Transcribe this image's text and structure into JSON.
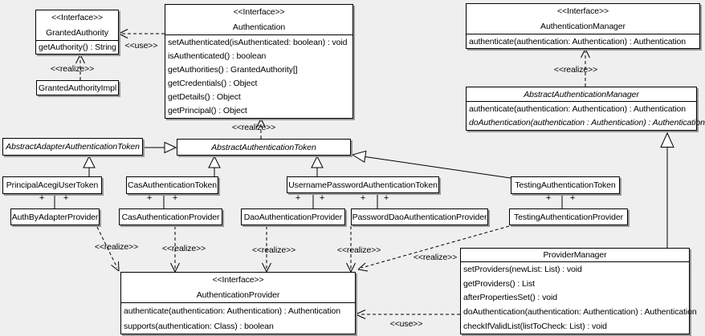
{
  "theme": {
    "background": "#efefef",
    "box_fill": "#ffffff",
    "line": "#000000",
    "shadow": "#989898"
  },
  "edge_labels": {
    "use": "<<use>>",
    "realize": "<<realize>>",
    "plus": "+"
  },
  "classes": {
    "granted_authority": {
      "stereotype": "<<Interface>>",
      "name": "GrantedAuthority",
      "methods": [
        "getAuthority() : String"
      ]
    },
    "granted_authority_impl": {
      "name": "GrantedAuthorityImpl"
    },
    "authentication": {
      "stereotype": "<<Interface>>",
      "name": "Authentication",
      "methods": [
        "setAuthenticated(isAuthenticated: boolean) : void",
        "isAuthenticated() : boolean",
        "getAuthorities() : GrantedAuthority[]",
        "getCredentials() : Object",
        "getDetails() : Object",
        "getPrincipal() : Object"
      ]
    },
    "authentication_manager": {
      "stereotype": "<<Interface>>",
      "name": "AuthenticationManager",
      "methods": [
        "authenticate(authentication: Authentication) : Authentication"
      ]
    },
    "abstract_authentication_manager": {
      "name": "AbstractAuthenticationManager",
      "methods": [
        "authenticate(authentication: Authentication) : Authentication",
        "doAuthentication(authentication : Authentication) : Authentication"
      ]
    },
    "abstract_adapter_authentication_token": {
      "name": "AbstractAdapterAuthenticationToken"
    },
    "abstract_authentication_token": {
      "name": "AbstractAuthenticationToken"
    },
    "principal_acegi_user_token": {
      "name": "PrincipalAcegiUserToken"
    },
    "cas_authentication_token": {
      "name": "CasAuthenticationToken"
    },
    "username_password_authentication_token": {
      "name": "UsernamePasswordAuthenticationToken"
    },
    "testing_authentication_token": {
      "name": "TestingAuthenticationToken"
    },
    "auth_by_adapter_provider": {
      "name": "AuthByAdapterProvider"
    },
    "cas_authentication_provider": {
      "name": "CasAuthenticationProvider"
    },
    "dao_authentication_provider": {
      "name": "DaoAuthenticationProvider"
    },
    "password_dao_authentication_provider": {
      "name": "PasswordDaoAuthenticationProvider"
    },
    "testing_authentication_provider": {
      "name": "TestingAuthenticationProvider"
    },
    "authentication_provider": {
      "stereotype": "<<Interface>>",
      "name": "AuthenticationProvider",
      "methods": [
        "authenticate(authentication: Authentication) : Authentication",
        "supports(authentication: Class) : boolean"
      ]
    },
    "provider_manager": {
      "name": "ProviderManager",
      "methods": [
        "setProviders(newList: List) : void",
        "getProviders() : List",
        "afterPropertiesSet() : void",
        "doAuthentication(authentication: Authentication) : Authentication",
        "checkIfValidList(listToCheck: List) : void"
      ]
    }
  }
}
